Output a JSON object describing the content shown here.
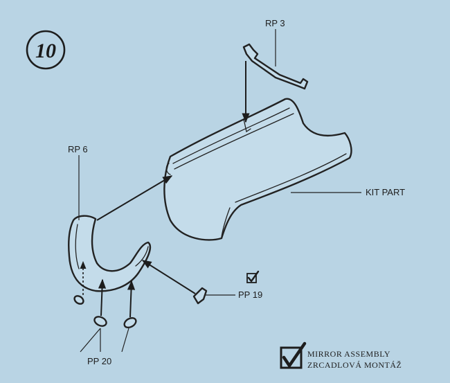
{
  "step_number": "10",
  "labels": {
    "rp3": "RP 3",
    "rp6": "RP 6",
    "kit_part": "KIT PART",
    "pp19": "PP 19",
    "pp20": "PP 20"
  },
  "legend": {
    "line1": "MIRROR   ASSEMBLY",
    "line2": "ZRCADLOVÁ MONTÁŽ"
  },
  "colors": {
    "background": "#b9d4e4",
    "ink": "#1d1d1d"
  }
}
